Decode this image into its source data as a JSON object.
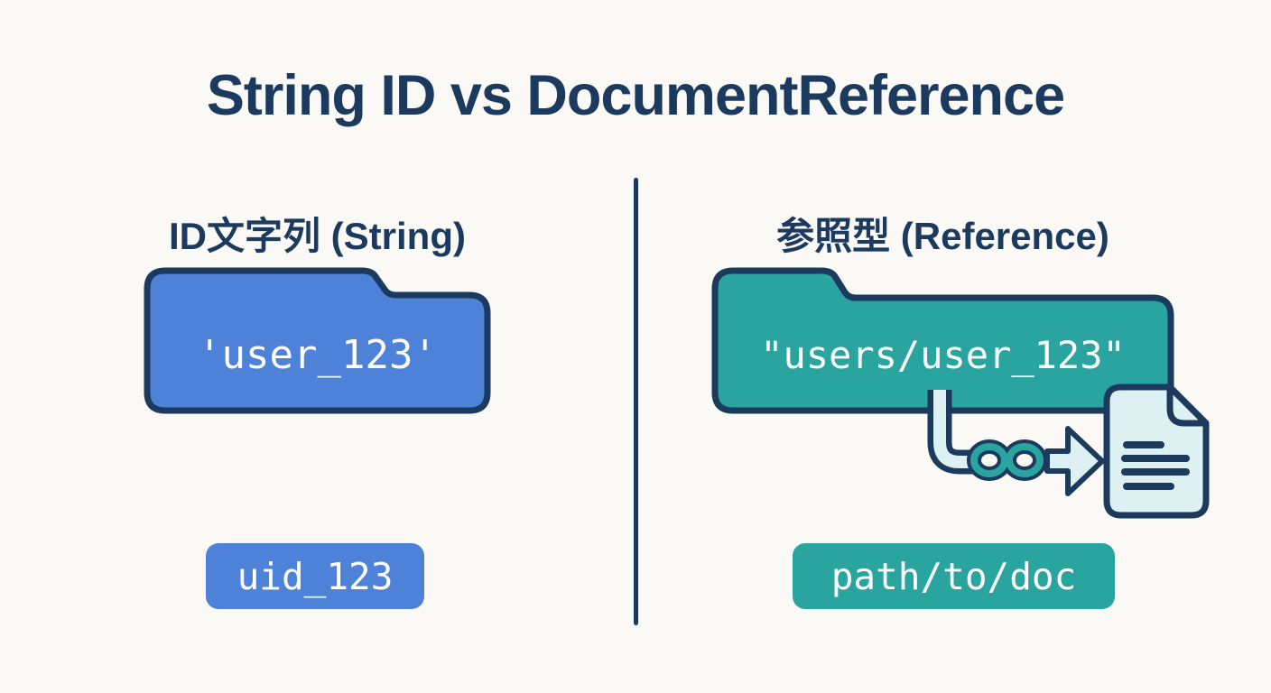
{
  "title": "String ID vs DocumentReference",
  "colors": {
    "background": "#faf9f6",
    "navy": "#1c3a5e",
    "blue": "#4d82d8",
    "teal": "#2aa49e",
    "light_cyan": "#ddf0f2",
    "text_white": "#ffffff"
  },
  "left": {
    "heading": "ID文字列 (String)",
    "folder_label": "'user_123'",
    "badge_label": "uid_123"
  },
  "right": {
    "heading": "参照型 (Reference)",
    "folder_label": "\"users/user_123\"",
    "badge_label": "path/to/doc",
    "icons": {
      "pipe": "pipe-connector",
      "link": "chain-link",
      "arrow": "arrow-right",
      "document": "document"
    }
  }
}
